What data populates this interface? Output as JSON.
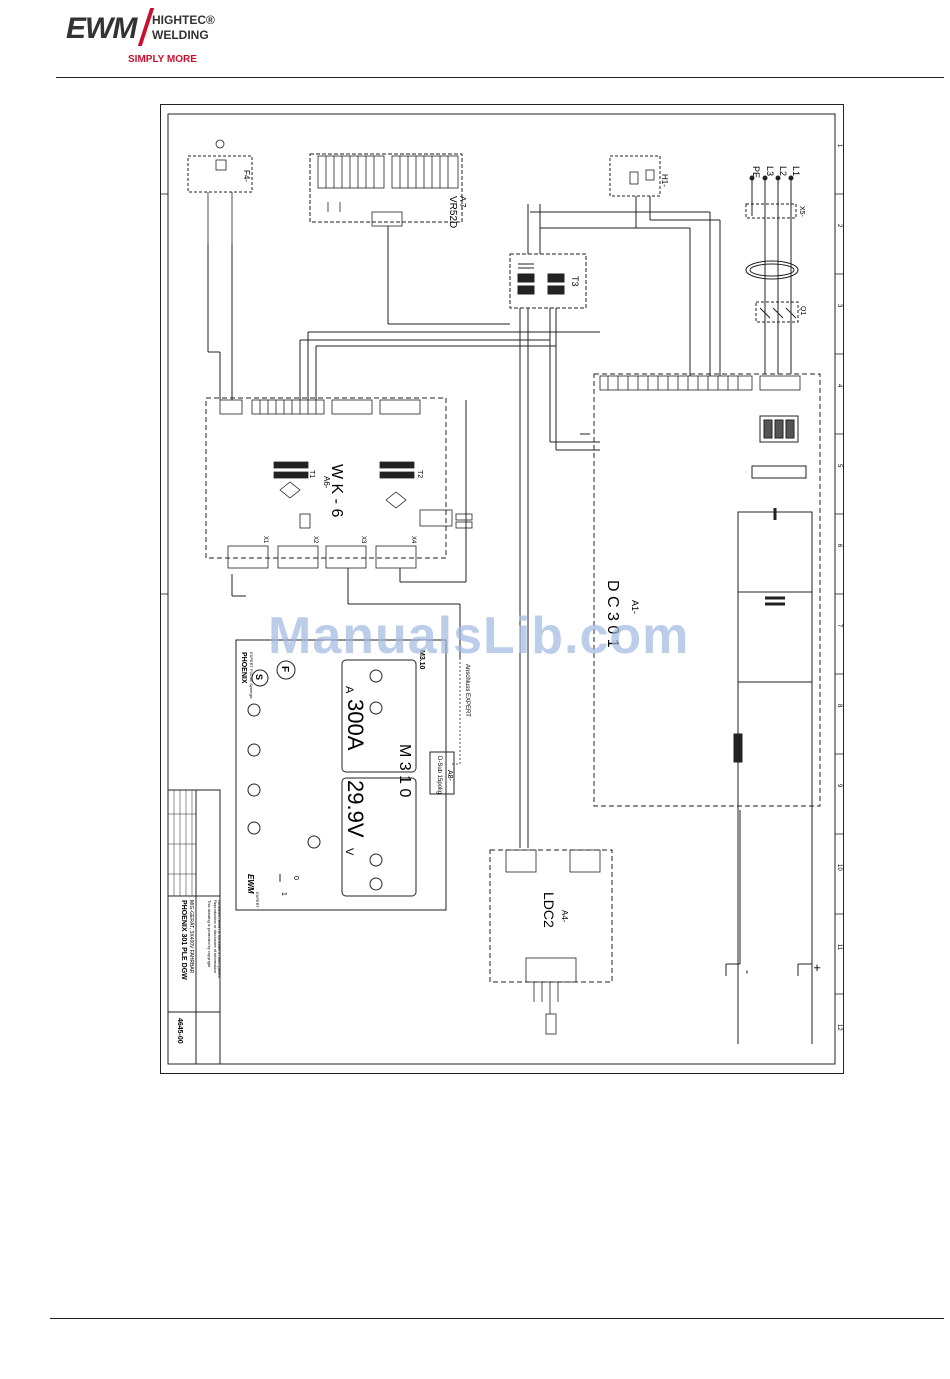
{
  "header": {
    "logo_word": "EWM",
    "logo_line1": "HIGHTEC®",
    "logo_line2": "WELDING",
    "tagline": "SIMPLY MORE",
    "brand_red": "#c8102e",
    "brand_gray": "#333333"
  },
  "watermark": "ManualsLib.com",
  "diagram": {
    "grid_numbers": [
      "1",
      "2",
      "3",
      "4",
      "5",
      "6",
      "7",
      "8",
      "9",
      "10",
      "11",
      "12"
    ],
    "modules": {
      "wk6_ref": "A6-",
      "wk6_name": "W K - 6",
      "dc301_ref": "A1-",
      "dc301_name": "D C 3 0 1",
      "m310_ref": "A8-",
      "m310_name": "M 3 1 0",
      "ldc2_ref": "A4-",
      "ldc2_name": "LDC2",
      "vr52d_ref": "A 7-",
      "vr52d_name": "VR52D",
      "t3": "T3",
      "t1": "T1",
      "t2": "T2",
      "q1": "Q1",
      "x5": "X5-",
      "h1": "H1-",
      "f4": "F4-"
    },
    "mains": [
      "PE",
      "L3",
      "L2",
      "L1"
    ],
    "output_plus": "+",
    "output_minus": "-",
    "plugs": [
      "X1",
      "X2",
      "X3",
      "X4"
    ],
    "panel": {
      "model": "M3.10",
      "brand": "PHOENIX",
      "brand_sub": "EXPERT PULSE Synergic",
      "display_a": "300A",
      "display_v": "29.9V",
      "unit_a": "A",
      "unit_v": "V",
      "btn_f": "F",
      "btn_s": "S",
      "ewm": "EWM",
      "expert": "EXPERT",
      "ds_subl": "D-Sub\n15polig",
      "anschluss": "Anschluss EXPERT",
      "bottom_zero": "0",
      "bottom_one": "1"
    },
    "titleblock": {
      "title": "PHOENIX 301 PLE DGW",
      "subtitle": "MIG-GERÄT, 3X400V FAHRBAR",
      "drawing_no": "4645-00",
      "copyright_1": "This drawing is protected by copyright",
      "copyright_2": "Reproduction or disclosure of information",
      "copyright_3": "contained herein is forbidden in third parties"
    }
  }
}
